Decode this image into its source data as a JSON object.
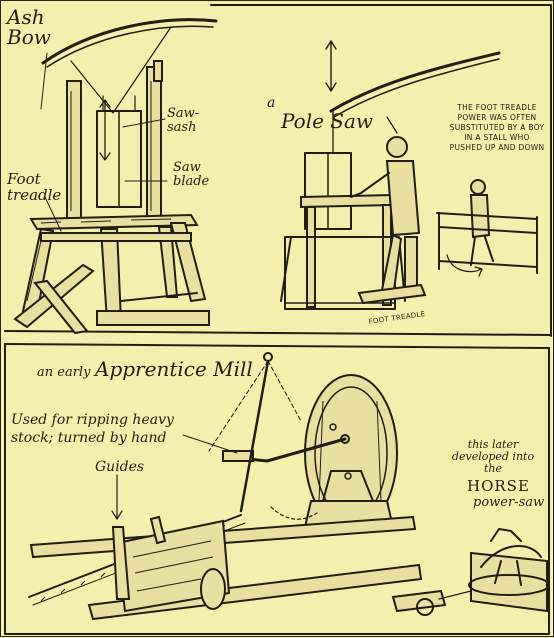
{
  "panel_top": {
    "ash_bow": {
      "title": "Ash Bow",
      "labels": {
        "saw_sash": "Saw-sash",
        "saw_blade": "Saw blade",
        "foot_treadle": "Foot treadle"
      }
    },
    "pole_saw": {
      "title_prefix": "a",
      "title": "Pole Saw",
      "note": "THE FOOT TREADLE POWER WAS OFTEN SUBSTITUTED BY A BOY IN A STALL WHO PUSHED UP AND DOWN",
      "foot_treadle_tag": "FOOT TREADLE"
    }
  },
  "panel_bottom": {
    "title_prefix": "an early",
    "title": "Apprentice Mill",
    "description": "Used for ripping heavy stock; turned by hand",
    "guides_label": "Guides",
    "horse_note": "this later developed into the",
    "horse_title": "HORSE",
    "horse_subtitle": "power-saw"
  },
  "colors": {
    "paper": "#f4efad",
    "ink": "#231d14"
  }
}
